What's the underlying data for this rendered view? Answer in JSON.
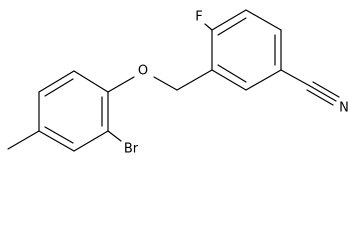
{
  "atoms": {
    "fluorine": "F",
    "oxygen": "O",
    "bromine": "Br",
    "nitrogen": "N"
  },
  "colors": {
    "background": "#ffffff",
    "bond": "#000000",
    "text": "#000000"
  }
}
